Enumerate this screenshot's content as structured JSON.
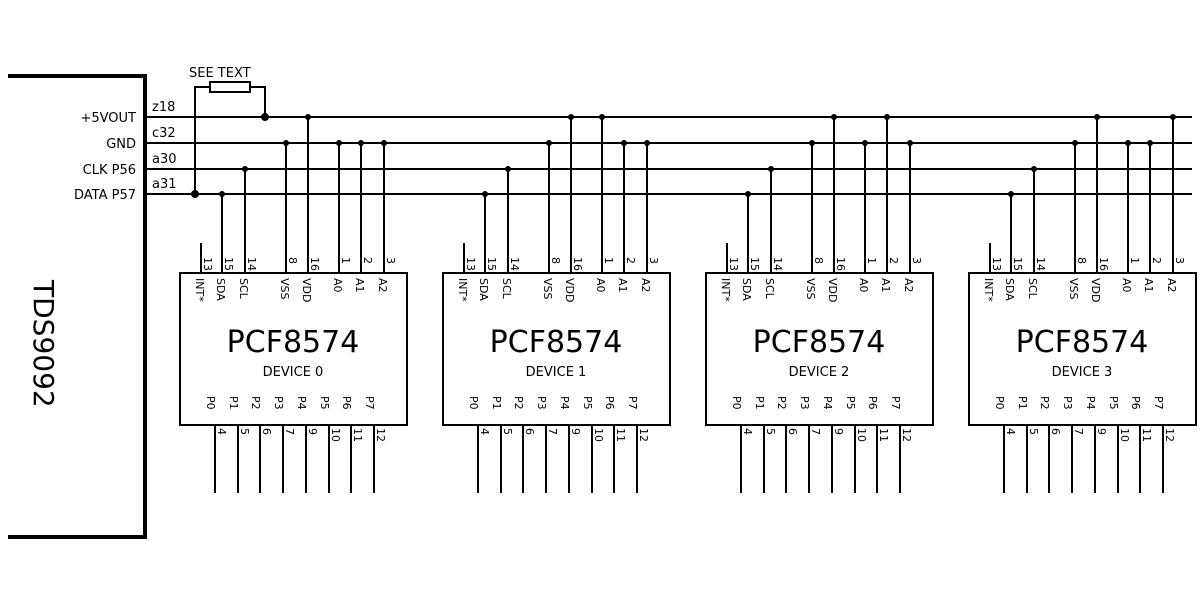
{
  "controller": {
    "name": "TDS9092",
    "signals": [
      {
        "label": "+5VOUT",
        "net": "z18"
      },
      {
        "label": "GND",
        "net": "c32"
      },
      {
        "label": "CLK P56",
        "net": "a30"
      },
      {
        "label": "DATA P57",
        "net": "a31"
      }
    ]
  },
  "pullup_note": "SEE TEXT",
  "chip": {
    "part": "PCF8574",
    "top_pins": [
      {
        "name": "INT*",
        "num": "13"
      },
      {
        "name": "SDA",
        "num": "15"
      },
      {
        "name": "SCL",
        "num": "14"
      },
      {
        "name": "VSS",
        "num": "8"
      },
      {
        "name": "VDD",
        "num": "16"
      },
      {
        "name": "A0",
        "num": "1"
      },
      {
        "name": "A1",
        "num": "2"
      },
      {
        "name": "A2",
        "num": "3"
      }
    ],
    "bottom_pins": [
      {
        "name": "P0",
        "num": "4"
      },
      {
        "name": "P1",
        "num": "5"
      },
      {
        "name": "P2",
        "num": "6"
      },
      {
        "name": "P3",
        "num": "7"
      },
      {
        "name": "P4",
        "num": "9"
      },
      {
        "name": "P5",
        "num": "10"
      },
      {
        "name": "P6",
        "num": "11"
      },
      {
        "name": "P7",
        "num": "12"
      }
    ]
  },
  "devices": [
    {
      "label": "DEVICE 0",
      "address": {
        "A0": "GND",
        "A1": "GND",
        "A2": "GND"
      }
    },
    {
      "label": "DEVICE 1",
      "address": {
        "A0": "+5V",
        "A1": "GND",
        "A2": "GND"
      }
    },
    {
      "label": "DEVICE 2",
      "address": {
        "A0": "GND",
        "A1": "+5V",
        "A2": "GND"
      }
    },
    {
      "label": "DEVICE 3",
      "address": {
        "A0": "GND",
        "A1": "GND",
        "A2": "+5V"
      }
    }
  ]
}
